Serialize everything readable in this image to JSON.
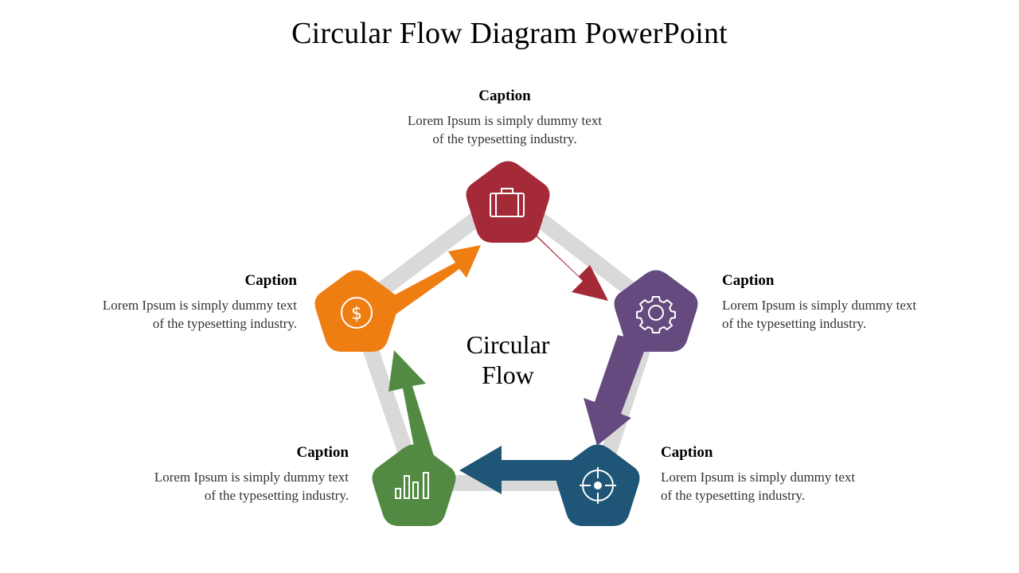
{
  "title": "Circular Flow Diagram PowerPoint",
  "center": {
    "line1": "Circular",
    "line2": "Flow"
  },
  "colors": {
    "red": "#A52A38",
    "purple": "#654A7F",
    "blue": "#1F5577",
    "green": "#528A43",
    "orange": "#EE7E12",
    "track": "#D9D9D9"
  },
  "nodes": [
    {
      "id": "top",
      "icon": "briefcase-icon",
      "color": "#A52A38"
    },
    {
      "id": "right",
      "icon": "gear-icon",
      "color": "#654A7F"
    },
    {
      "id": "bottom-right",
      "icon": "target-icon",
      "color": "#1F5577"
    },
    {
      "id": "bottom-left",
      "icon": "bar-chart-icon",
      "color": "#528A43"
    },
    {
      "id": "left",
      "icon": "dollar-icon",
      "color": "#EE7E12"
    }
  ],
  "captions": [
    {
      "title": "Caption",
      "body": "Lorem Ipsum is simply dummy text\nof the typesetting industry."
    },
    {
      "title": "Caption",
      "body": "Lorem Ipsum is simply dummy text\nof the typesetting industry."
    },
    {
      "title": "Caption",
      "body": "Lorem Ipsum is simply dummy text\nof the typesetting industry."
    },
    {
      "title": "Caption",
      "body": "Lorem Ipsum is simply dummy text\nof the typesetting industry."
    },
    {
      "title": "Caption",
      "body": "Lorem Ipsum is simply dummy text\nof the typesetting industry."
    }
  ]
}
